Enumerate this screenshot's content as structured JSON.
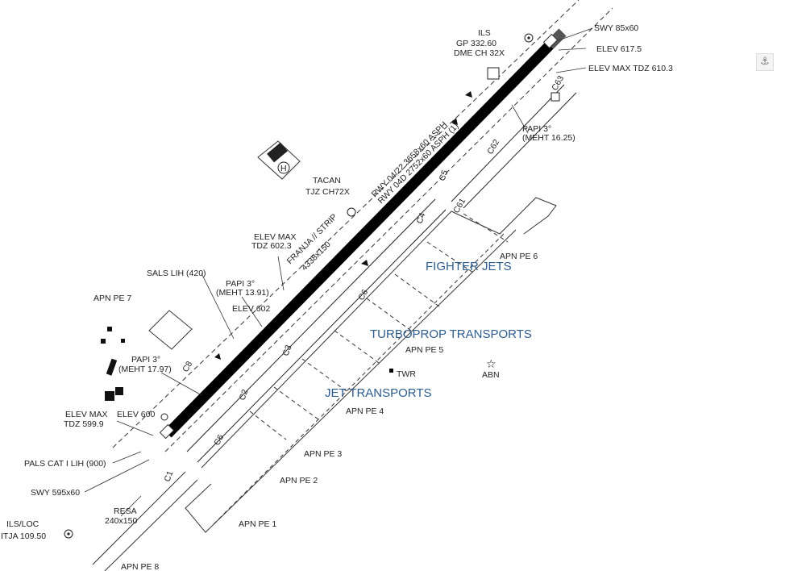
{
  "labels": {
    "swy_top": "SWY 85x60",
    "ils_top": "ILS",
    "gp": "GP 332.60",
    "dme": "DME CH 32X",
    "elev_617": "ELEV 617.5",
    "elev_max_610": "ELEV MAX TDZ 610.3",
    "papi_right": "PAPI 3°",
    "meht_right": "(MEHT 16.25)",
    "tacan": "TACAN",
    "tjz": "TJZ CH72X",
    "rwy_main": "RWY 04/22 3658x60 ASPH",
    "rwy_04d": "RWY 04D 2752x60 ASPH (1)",
    "franja": "FRANJA // STRIP",
    "strip_dim": "4338x150",
    "elev_max_602_a": "ELEV MAX",
    "elev_max_602_b": "TDZ 602.3",
    "papi_mid": "PAPI 3°",
    "meht_mid": "(MEHT 13.91)",
    "elev_602": "ELEV 602",
    "sals": "SALS LIH (420)",
    "apn_pe7": "APN PE 7",
    "papi_left": "PAPI 3°",
    "meht_left": "(MEHT 17.97)",
    "elev_max_599_a": "ELEV MAX",
    "elev_max_599_b": "TDZ 599.9",
    "elev_600": "ELEV 600",
    "pals": "PALS CAT I LIH (900)",
    "swy_bottom": "SWY 595x60",
    "resa": "RESA",
    "resa_dim": "240x150",
    "ils_loc": "ILS/LOC",
    "itja": "ITJA 109.50",
    "apn_pe8": "APN PE 8",
    "apn_pe1": "APN PE 1",
    "apn_pe2": "APN PE 2",
    "apn_pe3": "APN PE 3",
    "apn_pe4": "APN PE 4",
    "apn_pe5": "APN PE 5",
    "apn_pe6": "APN PE 6",
    "twr": "TWR",
    "abn": "ABN",
    "fighter": "FIGHTER JETS",
    "turboprop": "TURBOPROP TRANSPORTS",
    "jet": "JET TRANSPORTS",
    "c1": "C1",
    "c2": "C2",
    "c3": "C3",
    "c4": "C4",
    "c5": "C5",
    "c6a": "C6",
    "c6b": "C6",
    "c8": "C8",
    "c61": "C61",
    "c62": "C62",
    "c63": "C63",
    "h": "H"
  },
  "anchor_icon": "anchor-icon",
  "colors": {
    "ink": "#111111",
    "zone_text": "#2d5c8f"
  }
}
